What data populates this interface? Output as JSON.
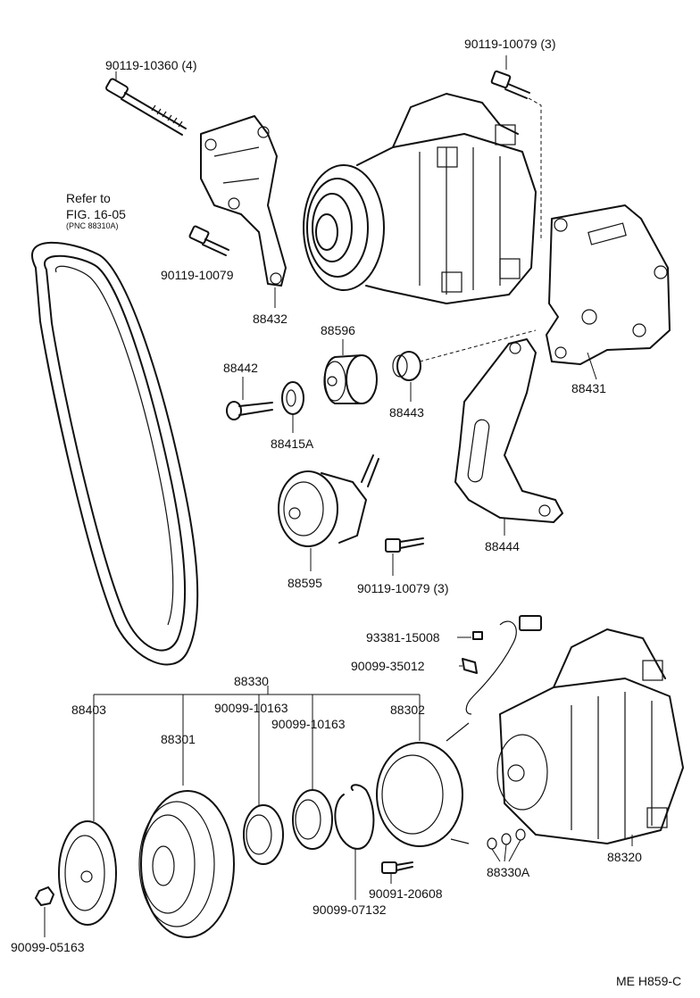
{
  "labels": {
    "bolt_top_left": "90119-10360 (4)",
    "bolt_top_right": "90119-10079 (3)",
    "refer_line1": "Refer to",
    "refer_line2": "FIG. 16-05",
    "refer_line3": "(PNC 88310A)",
    "bolt_left_mid": "90119-10079",
    "p88432": "88432",
    "p88596": "88596",
    "p88442": "88442",
    "p88443": "88443",
    "p88431": "88431",
    "p88415A": "88415A",
    "p88444": "88444",
    "p88595": "88595",
    "bolt_mid": "90119-10079 (3)",
    "p93381": "93381-15008",
    "p90099_35012": "90099-35012",
    "p88330": "88330",
    "p88403": "88403",
    "p90099_10163_a": "90099-10163",
    "p90099_10163_b": "90099-10163",
    "p88302": "88302",
    "p88301": "88301",
    "p88320": "88320",
    "p88330A": "88330A",
    "p90091_20608": "90091-20608",
    "p90099_07132": "90099-07132",
    "p90099_05163": "90099-05163",
    "code": "ME H859-C"
  }
}
